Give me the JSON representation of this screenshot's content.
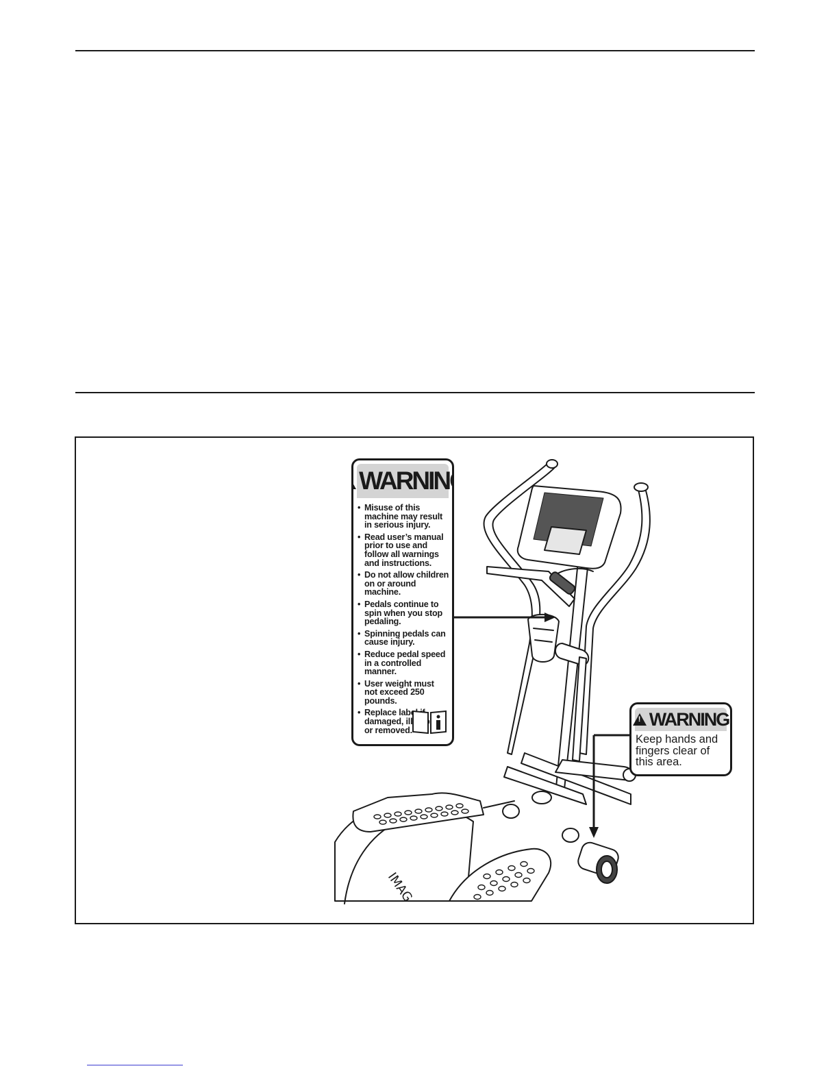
{
  "warning_label_large": {
    "title": "WARNING",
    "items": [
      "Misuse of this machine may result in serious injury.",
      "Read user’s manual prior to use and follow all warnings and instructions.",
      "Do not allow children on or around machine.",
      "Pedals continue to spin when you stop pedaling.",
      "Spinning pedals can cause injury.",
      "Reduce pedal speed in a controlled manner.",
      "User weight must not exceed 250 pounds.",
      "Replace label if damaged, illegible, or removed."
    ],
    "icon": "book-info-icon"
  },
  "warning_label_small": {
    "title": "WARNING",
    "text": "Keep hands and fingers clear of this area."
  },
  "illustration": {
    "subject": "elliptical-trainer",
    "logo_fragment": "IMAG"
  }
}
